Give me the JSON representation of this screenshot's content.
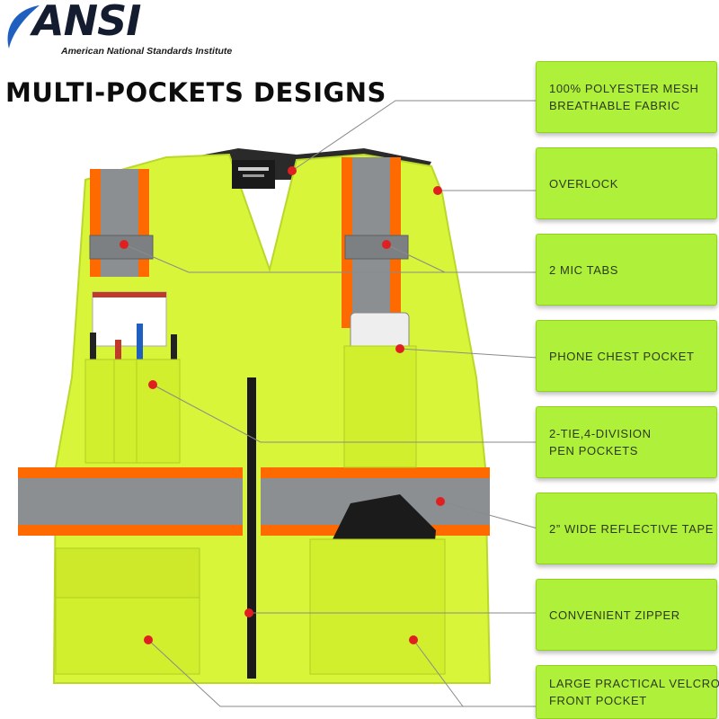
{
  "brand": {
    "logo_text": "ANSI",
    "logo_subtitle": "American National Standards Institute"
  },
  "headline": "MULTI-POCKETS DESIGNS",
  "callouts": [
    {
      "lines": [
        "100% POLYESTER MESH",
        "BREATHABLE FABRIC"
      ]
    },
    {
      "lines": [
        "OVERLOCK"
      ]
    },
    {
      "lines": [
        "2 MIC TABS"
      ]
    },
    {
      "lines": [
        "PHONE CHEST POCKET"
      ]
    },
    {
      "lines": [
        "2-TIE,4-DIVISION",
        "PEN POCKETS"
      ]
    },
    {
      "lines": [
        "2” WIDE REFLECTIVE TAPE"
      ]
    },
    {
      "lines": [
        "CONVENIENT ZIPPER"
      ]
    },
    {
      "lines": [
        "LARGE PRACTICAL VELCRO",
        "FRONT POCKET"
      ]
    }
  ],
  "colors": {
    "callout_bg": "#aef03a",
    "vest_lime": "#d9f53a",
    "reflective_tape": "#8c8f92",
    "tape_edge": "#ff6a00",
    "marker": "#e02020"
  }
}
